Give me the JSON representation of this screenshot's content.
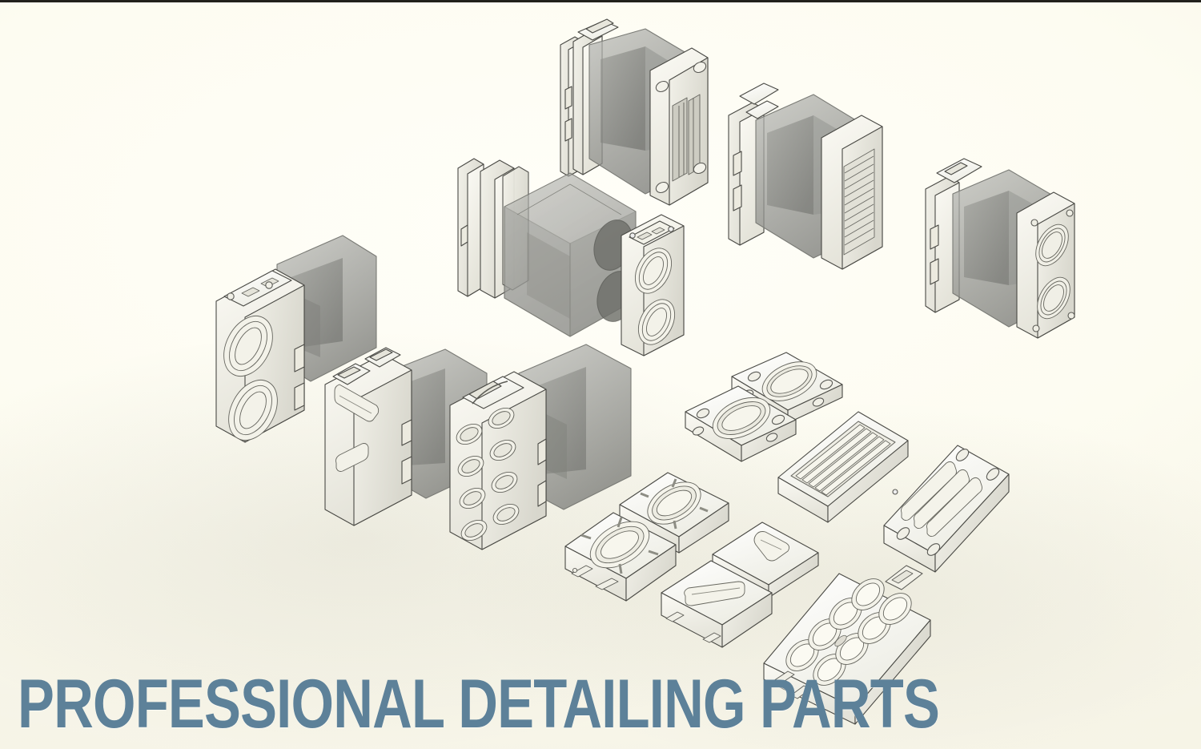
{
  "meta": {
    "title": "Professional Detailing Parts",
    "kind": "3d-cad-product-render",
    "background_color": "#fdfcf2",
    "headline_color": "#5d8199",
    "part_fill_light": "#fbfaf4",
    "part_fill_mid": "#e8e7de",
    "part_fill_dark": "#cfcec4",
    "glass_fill": "#8e8f8c",
    "outline_color": "#4a4a45"
  },
  "headline": {
    "text": "PROFESSIONAL DETAILING PARTS"
  },
  "scene": {
    "description": "Exploded isometric array of white resin model-kit detailing parts: hollow greebled boxes with translucent grey inner liners, vented side panels, circular thruster plates, multi-hole panels and slotted cover plates, arranged on a cream studio backdrop.",
    "part_count": 16,
    "parts": [
      {
        "id": "box-vent-slots",
        "label": "Vented slot box",
        "row": "top",
        "features": "hollow box, translucent liner, triple slot vent panel, corner bolt pads, top latch"
      },
      {
        "id": "box-louvre",
        "label": "Louvred radiator box",
        "row": "top",
        "features": "hollow box, translucent liner, louvre grille panel, twin top clips"
      },
      {
        "id": "box-twin-thruster-r",
        "label": "Twin thruster box (right)",
        "row": "top",
        "features": "hollow box, translucent liner, twin circular thruster face, side rails"
      },
      {
        "id": "panel-stack",
        "label": "Separated cover panels",
        "row": "middle",
        "features": "two thin flat cover plates offset from the box in exploded view"
      },
      {
        "id": "glass-core",
        "label": "Translucent core block",
        "row": "middle",
        "features": "transparent grey box with two circular disc bosses on the side face"
      },
      {
        "id": "box-twin-thruster-c",
        "label": "Twin thruster panel",
        "row": "middle",
        "features": "twin circular thruster recesses with spoke detail and small switch strip"
      },
      {
        "id": "box-twin-thruster-l",
        "label": "Twin thruster box (left)",
        "row": "left",
        "features": "hollow box, translucent liner, twin circular thruster face, small greeble strip"
      },
      {
        "id": "box-diagonal-slot",
        "label": "Diagonal slot box",
        "row": "left",
        "features": "hollow box, translucent liner, long diagonal slot and short slot, twin top clips"
      },
      {
        "id": "box-eight-hole",
        "label": "Eight-hole port box",
        "row": "left",
        "features": "hollow box, translucent liner, 4x2 circular port panel, top handle"
      },
      {
        "id": "plate-twin-ring",
        "label": "Twin ring plate",
        "row": "bottom",
        "features": "flat plate pair, two large circular ring recesses, corner bolt holes"
      },
      {
        "id": "plate-ribbed",
        "label": "Ribbed radiator plate",
        "row": "bottom",
        "features": "flat tray with parallel half-round ribs"
      },
      {
        "id": "plate-twin-dial",
        "label": "Twin dial thruster plate",
        "row": "bottom",
        "features": "flat plate pair with two spoked circular dials, latch greebles"
      },
      {
        "id": "plate-slot-pair",
        "label": "Slot cover plate pair",
        "row": "bottom",
        "features": "two flat plates each with one long rounded slot recess"
      },
      {
        "id": "plate-triple-slot",
        "label": "Triple slot plate",
        "row": "bottom",
        "features": "flat plate with three long rounded slot recesses and corner bolt holes"
      },
      {
        "id": "plate-eight-port",
        "label": "Eight-port plate",
        "row": "bottom",
        "features": "flat plate with eight circular port recesses in two rows, end latch"
      }
    ]
  }
}
